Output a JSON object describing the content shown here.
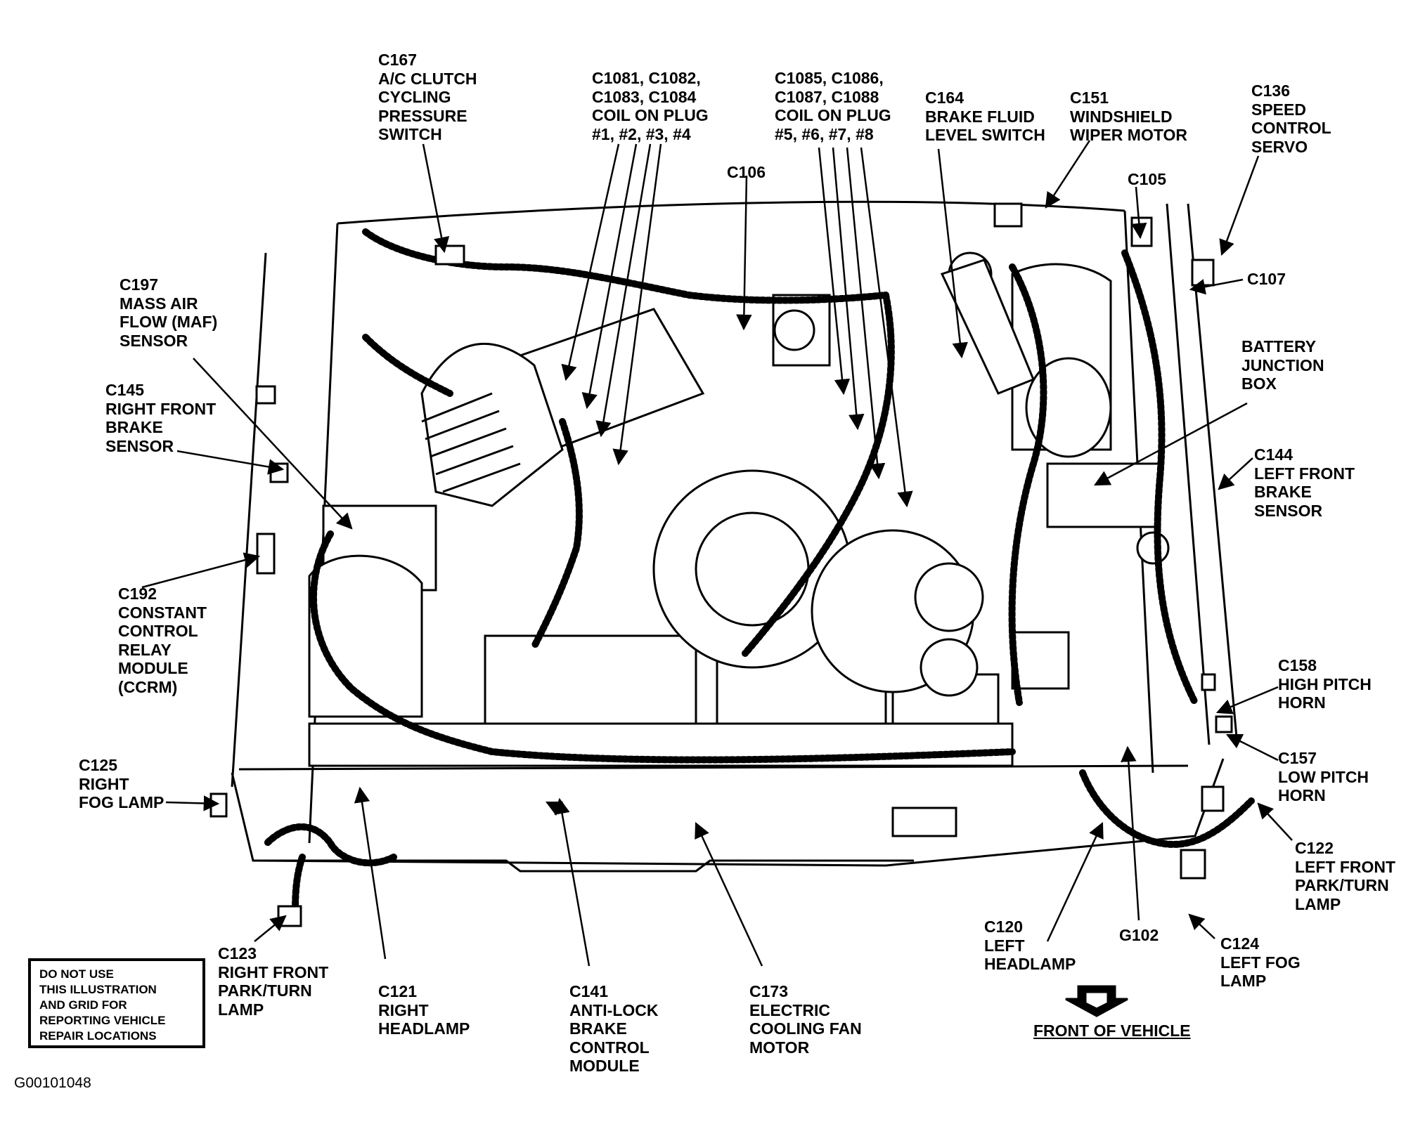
{
  "labels": [
    {
      "id": "c167",
      "lines": [
        "C167",
        "A/C CLUTCH",
        "CYCLING",
        "PRESSURE",
        "SWITCH"
      ]
    },
    {
      "id": "c1081",
      "lines": [
        "C1081, C1082,",
        "C1083, C1084",
        "COIL ON PLUG",
        "#1, #2, #3, #4"
      ]
    },
    {
      "id": "c1085",
      "lines": [
        "C1085,  C1086,",
        "C1087, C1088",
        "COIL ON PLUG",
        "#5, #6, #7, #8"
      ]
    },
    {
      "id": "c164",
      "lines": [
        "C164",
        "BRAKE FLUID",
        "LEVEL SWITCH"
      ]
    },
    {
      "id": "c151",
      "lines": [
        "C151",
        "WINDSHIELD",
        "WIPER MOTOR"
      ]
    },
    {
      "id": "c136",
      "lines": [
        "C136",
        "SPEED",
        "CONTROL",
        "SERVO"
      ]
    },
    {
      "id": "c106",
      "lines": [
        "C106"
      ]
    },
    {
      "id": "c105",
      "lines": [
        "C105"
      ]
    },
    {
      "id": "c107",
      "lines": [
        "C107"
      ]
    },
    {
      "id": "c197",
      "lines": [
        "C197",
        "MASS AIR",
        "FLOW (MAF)",
        "SENSOR"
      ]
    },
    {
      "id": "c145",
      "lines": [
        "C145",
        "RIGHT FRONT",
        "BRAKE",
        "SENSOR"
      ]
    },
    {
      "id": "battery",
      "lines": [
        "BATTERY",
        "JUNCTION",
        "BOX"
      ]
    },
    {
      "id": "c144",
      "lines": [
        "C144",
        "LEFT FRONT",
        "BRAKE",
        "SENSOR"
      ]
    },
    {
      "id": "c192",
      "lines": [
        "C192",
        "CONSTANT",
        "CONTROL",
        "RELAY",
        "MODULE",
        "(CCRM)"
      ]
    },
    {
      "id": "c158",
      "lines": [
        "C158",
        "HIGH PITCH",
        "HORN"
      ]
    },
    {
      "id": "c157",
      "lines": [
        "C157",
        "LOW PITCH",
        "HORN"
      ]
    },
    {
      "id": "c125",
      "lines": [
        "C125",
        "RIGHT",
        "FOG LAMP"
      ]
    },
    {
      "id": "c122",
      "lines": [
        "C122",
        "LEFT FRONT",
        "PARK/TURN",
        "LAMP"
      ]
    },
    {
      "id": "c120",
      "lines": [
        "C120",
        "LEFT",
        "HEADLAMP"
      ]
    },
    {
      "id": "g102",
      "lines": [
        "G102"
      ]
    },
    {
      "id": "c124",
      "lines": [
        "C124",
        "LEFT FOG",
        "LAMP"
      ]
    },
    {
      "id": "c123",
      "lines": [
        "C123",
        "RIGHT FRONT",
        "PARK/TURN",
        "LAMP"
      ]
    },
    {
      "id": "c121",
      "lines": [
        "C121",
        "RIGHT",
        "HEADLAMP"
      ]
    },
    {
      "id": "c141",
      "lines": [
        "C141",
        "ANTI-LOCK",
        "BRAKE",
        "CONTROL",
        "MODULE"
      ]
    },
    {
      "id": "c173",
      "lines": [
        "C173",
        "ELECTRIC",
        "COOLING FAN",
        "MOTOR"
      ]
    }
  ],
  "notice": {
    "lines": [
      "DO NOT USE",
      "THIS  ILLUSTRATION",
      "AND GRID FOR",
      "REPORTING VEHICLE",
      "REPAIR  LOCATIONS"
    ]
  },
  "front_label": "FRONT OF VEHICLE",
  "figure_id": "G00101048"
}
